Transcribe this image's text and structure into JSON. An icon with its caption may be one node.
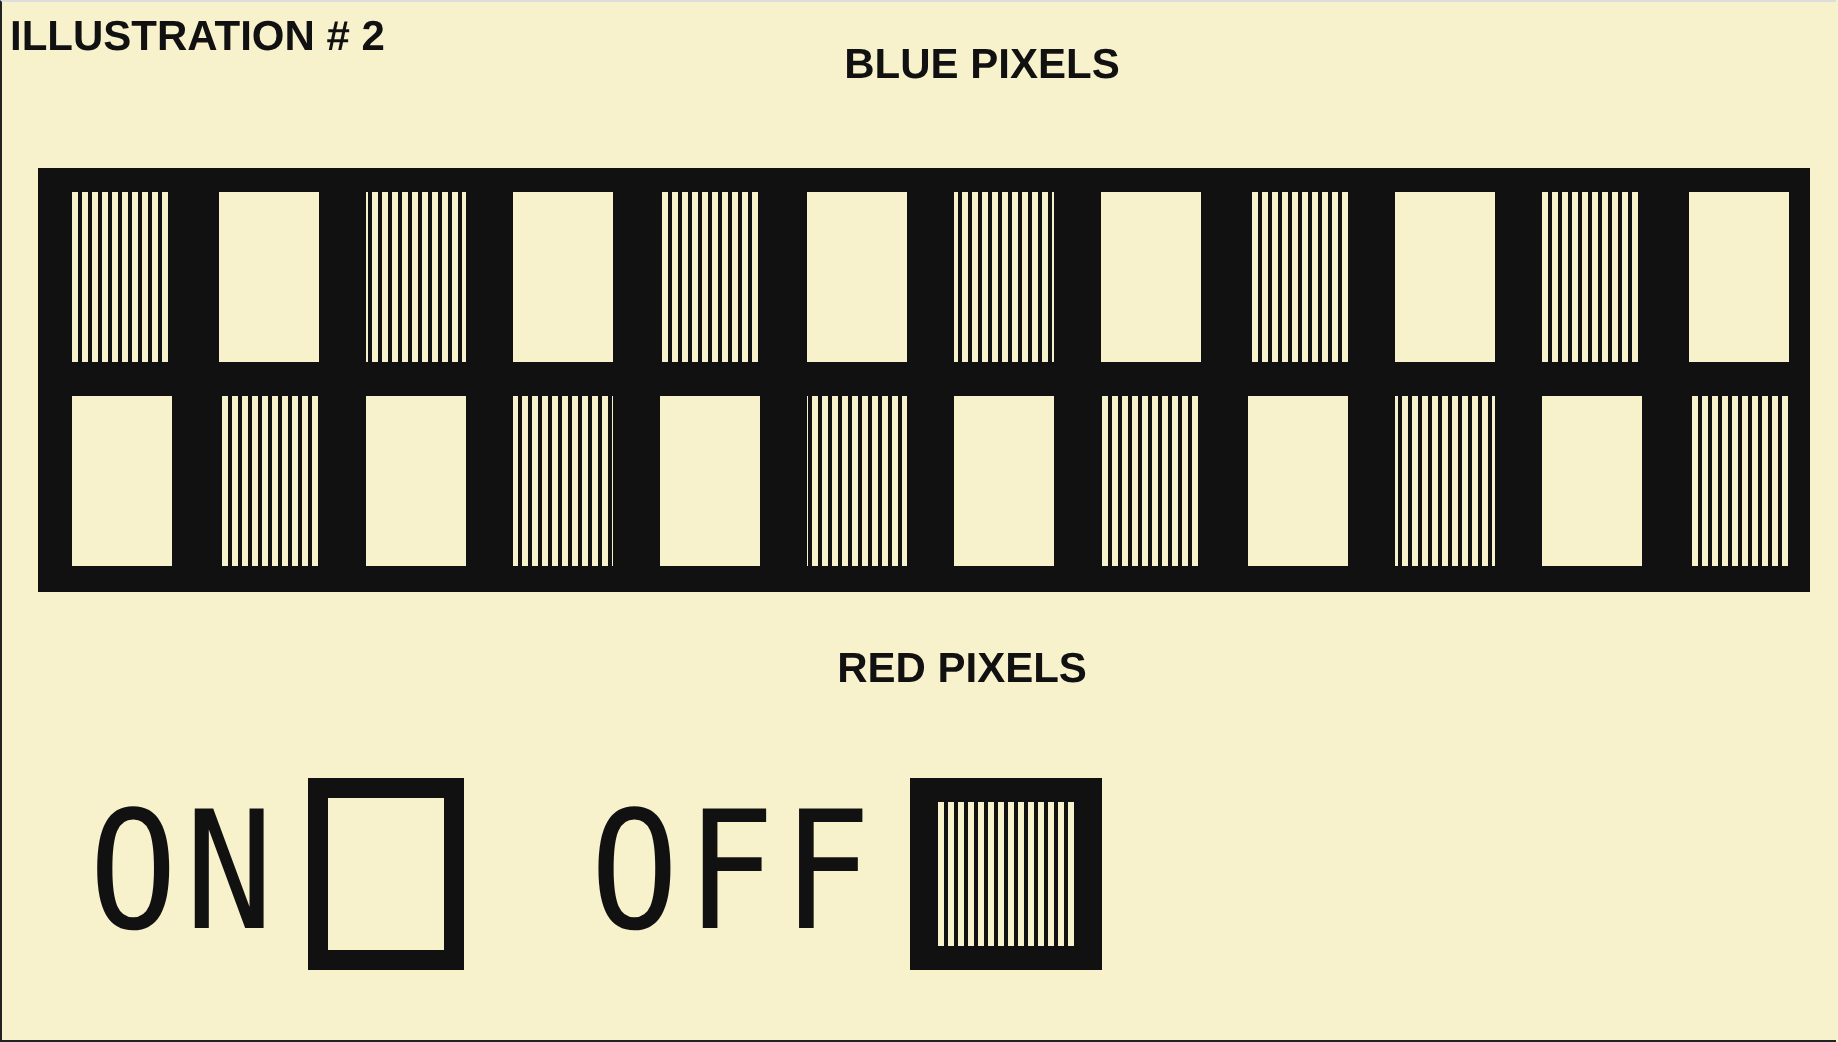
{
  "diagram": {
    "title": "ILLUSTRATION # 2",
    "labels": [
      "BLUE PIXELS",
      "RED PIXELS"
    ],
    "legend": [
      {
        "text": "ON"
      },
      {
        "text": "OFF"
      }
    ]
  }
}
